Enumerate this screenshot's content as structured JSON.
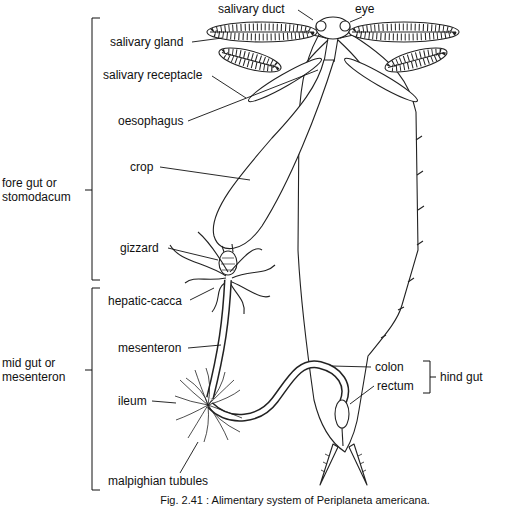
{
  "diagram": {
    "caption": "Fig. 2.41 : Alimentary system of Periplaneta americana.",
    "labels": [
      "salivary duct",
      "eye",
      "salivary gland",
      "salivary receptacle",
      "fore gut or stomodacum",
      "oesophagus",
      "crop",
      "gizzard",
      "hepatic-cacca",
      "mid gut or mesenteron",
      "mesenteron",
      "ileum",
      "malpighian tubules",
      "colon",
      "rectum",
      "hind gut"
    ]
  }
}
